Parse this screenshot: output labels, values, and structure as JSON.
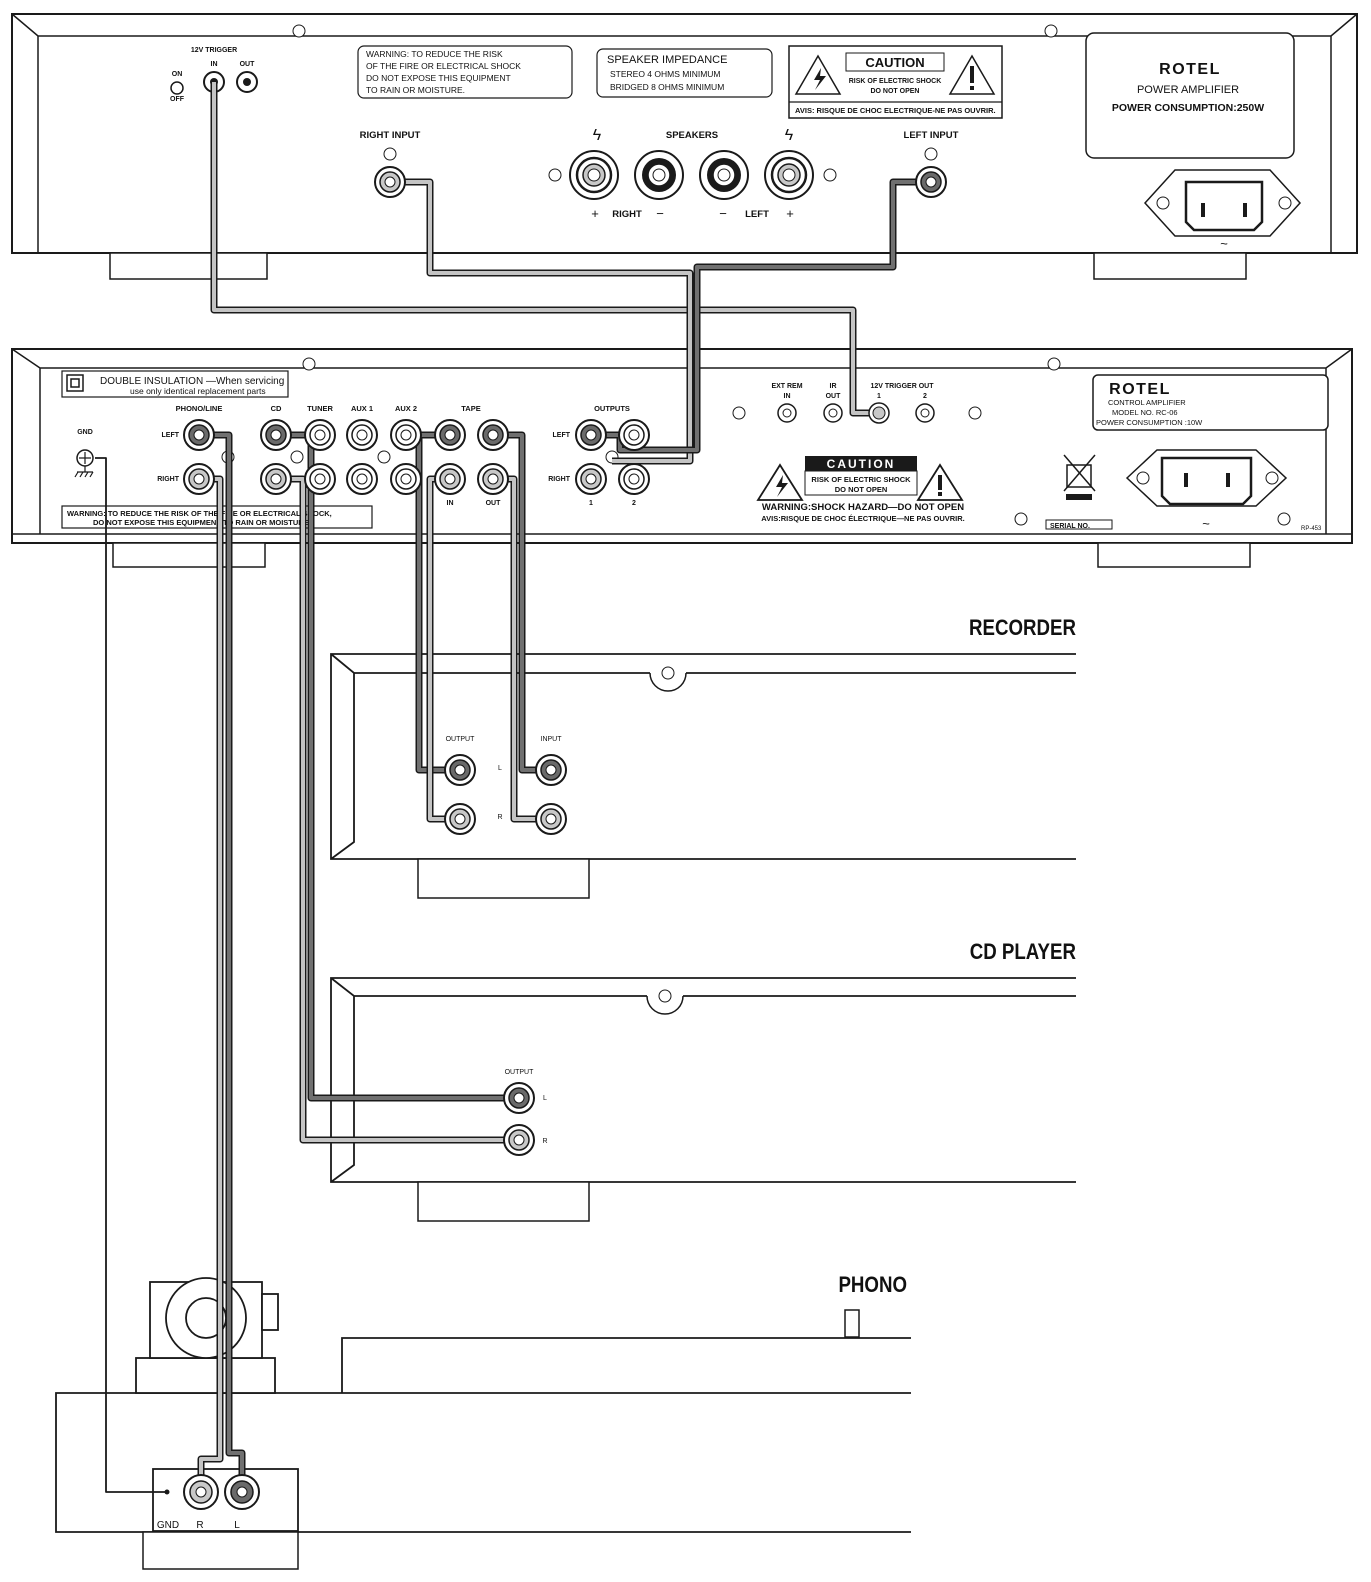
{
  "power_amp": {
    "trigger_title": "12V TRIGGER",
    "trigger_in": "IN",
    "trigger_out": "OUT",
    "switch_on": "ON",
    "switch_off": "OFF",
    "warning_lines": [
      "WARNING: TO REDUCE THE RISK",
      "OF THE FIRE OR ELECTRICAL SHOCK",
      "DO NOT EXPOSE THIS EQUIPMENT",
      "TO RAIN OR MOISTURE."
    ],
    "impedance_title": "SPEAKER IMPEDANCE",
    "impedance_lines": [
      "STEREO 4 OHMS MINIMUM",
      "BRIDGED 8 OHMS MINIMUM"
    ],
    "caution_title": "CAUTION",
    "caution_lines": [
      "RISK OF ELECTRIC SHOCK",
      "DO NOT OPEN"
    ],
    "avis": "AVIS: RISQUE DE CHOC ELECTRIQUE-NE PAS OUVRIR.",
    "brand": "ROTEL",
    "model": "POWER AMPLIFIER",
    "consumption": "POWER CONSUMPTION:250W",
    "right_input": "RIGHT INPUT",
    "left_input": "LEFT INPUT",
    "speakers": "SPEAKERS",
    "right_label": "RIGHT",
    "left_label": "LEFT",
    "plus": "+",
    "minus": "−",
    "ac": "~"
  },
  "control_amp": {
    "double_insulation": "DOUBLE INSULATION —When servicing",
    "replacement": "use only identical replacement parts",
    "gnd": "GND",
    "left": "LEFT",
    "right": "RIGHT",
    "inputs": [
      "PHONO/LINE",
      "CD",
      "TUNER",
      "AUX 1",
      "AUX 2",
      "TAPE"
    ],
    "tape_in": "IN",
    "tape_out": "OUT",
    "outputs": "OUTPUTS",
    "out_1": "1",
    "out_2": "2",
    "ext_rem": [
      "EXT REM",
      "IN"
    ],
    "ir_out": [
      "IR",
      "OUT"
    ],
    "trigger_out": "12V TRIGGER OUT",
    "trig_1": "1",
    "trig_2": "2",
    "caution_title": "CAUTION",
    "caution_lines": [
      "RISK OF ELECTRIC SHOCK",
      "DO NOT OPEN"
    ],
    "warning_shock": "WARNING:SHOCK HAZARD—DO NOT OPEN",
    "avis": "AVIS:RISQUE DE CHOC ÉLECTRIQUE—NE PAS OUVRIR.",
    "bottom_warning_lines": [
      "WARNING: TO REDUCE THE RISK OF THE FIRE OR ELECTRICAL SHOCK,",
      "DO NOT EXPOSE THIS EQUIPMENT TO RAIN OR MOISTURE."
    ],
    "brand": "ROTEL",
    "model_lines": [
      "CONTROL AMPLIFIER",
      "MODEL NO. RC-06",
      "POWER CONSUMPTION :10W"
    ],
    "serial": "SERIAL NO.",
    "code": "RP-453",
    "ac": "~"
  },
  "recorder": {
    "title": "RECORDER",
    "output": "OUTPUT",
    "input": "INPUT",
    "l": "L",
    "r": "R"
  },
  "cd_player": {
    "title": "CD PLAYER",
    "output": "OUTPUT",
    "l": "L",
    "r": "R"
  },
  "phono": {
    "title": "PHONO",
    "gnd": "GND",
    "r": "R",
    "l": "L"
  },
  "colors": {
    "left_cable": "#707070",
    "right_cable": "#c4c4c4",
    "outline": "#1a1a1a",
    "jack_dark": "#6a6a6a",
    "jack_light": "#c8c8c8"
  }
}
